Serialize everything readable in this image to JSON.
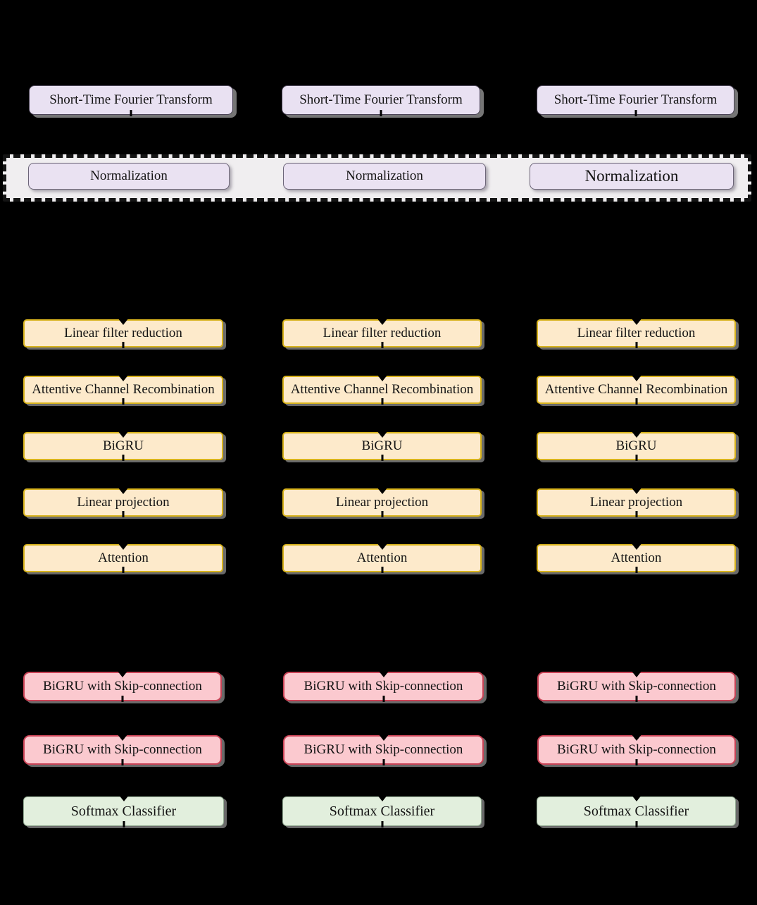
{
  "colors": {
    "background": "#000000",
    "stft_fill": "#e9e1f2",
    "stft_border": "#474052",
    "norm_fill": "#eae2f2",
    "norm_border": "#6c6578",
    "dashed_container_fill": "#f0eef0",
    "dashed_container_border": "#141414",
    "encoder_fill": "#fdeacb",
    "encoder_border": "#d8b31c",
    "decoder_fill": "#fbc9cf",
    "decoder_border": "#ca4356",
    "classifier_fill": "#e2efdd",
    "classifier_border": "#94ac94",
    "text": "#141414",
    "connector": "#000000"
  },
  "columns": [
    {
      "stft": "Short-Time Fourier Transform",
      "normalization": "Normalization",
      "encoder_steps": [
        "Linear filter reduction",
        "Attentive Channel Recombination",
        "BiGRU",
        "Linear projection",
        "Attention"
      ],
      "decoder_steps": [
        "BiGRU with Skip-connection",
        "BiGRU with Skip-connection"
      ],
      "classifier": "Softmax Classifier"
    },
    {
      "stft": "Short-Time Fourier Transform",
      "normalization": "Normalization",
      "encoder_steps": [
        "Linear filter reduction",
        "Attentive Channel Recombination",
        "BiGRU",
        "Linear projection",
        "Attention"
      ],
      "decoder_steps": [
        "BiGRU with Skip-connection",
        "BiGRU with Skip-connection"
      ],
      "classifier": "Softmax Classifier"
    },
    {
      "stft": "Short-Time Fourier Transform",
      "normalization": "Normalization",
      "encoder_steps": [
        "Linear filter reduction",
        "Attentive Channel Recombination",
        "BiGRU",
        "Linear projection",
        "Attention"
      ],
      "decoder_steps": [
        "BiGRU with Skip-connection",
        "BiGRU with Skip-connection"
      ],
      "classifier": "Softmax Classifier"
    }
  ]
}
